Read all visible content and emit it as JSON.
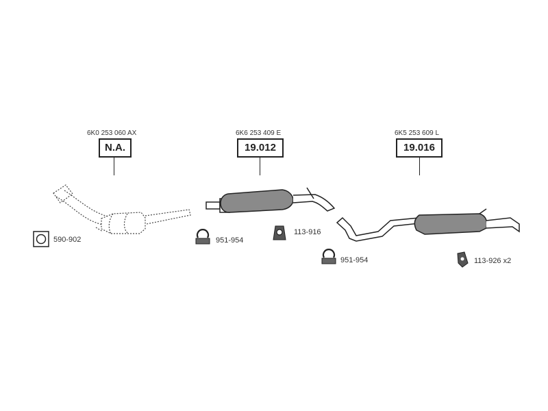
{
  "parts": [
    {
      "oe": "6K0 253 060 AX",
      "code": "N.A."
    },
    {
      "oe": "6K6 253 409 E",
      "code": "19.012"
    },
    {
      "oe": "6K5 253 609 L",
      "code": "19.016"
    }
  ],
  "accessories": [
    {
      "label": "590-902",
      "icon": "gasket-icon"
    },
    {
      "label": "951-954",
      "icon": "clamp-icon"
    },
    {
      "label": "113-916",
      "icon": "rubber-hanger-icon"
    },
    {
      "label": "951-954",
      "icon": "clamp-icon"
    },
    {
      "label": "113-926 x2",
      "icon": "rubber-mount-icon"
    }
  ]
}
